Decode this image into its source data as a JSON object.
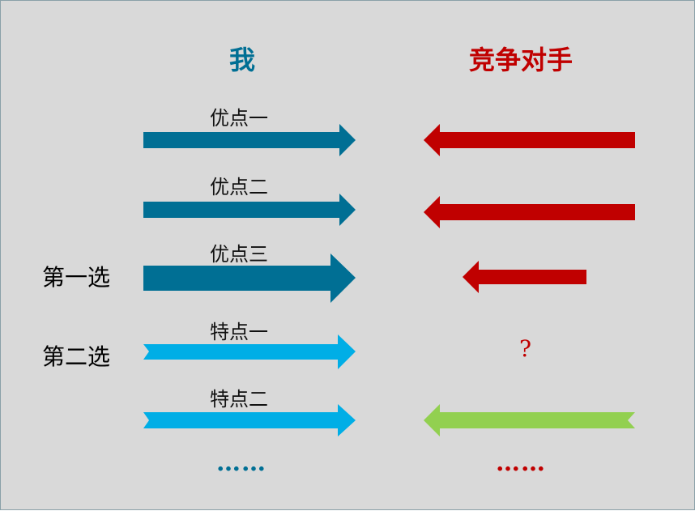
{
  "colors": {
    "background": "#d9d9d9",
    "me": "#006f94",
    "me_light": "#00aee6",
    "competitor": "#c00000",
    "competitor_alt": "#92d050"
  },
  "headers": {
    "me": "我",
    "competitor": "竞争对手"
  },
  "rows": [
    {
      "label": "优点一",
      "competitor_mark": "arrow"
    },
    {
      "label": "优点二",
      "competitor_mark": "arrow"
    },
    {
      "label": "优点三",
      "competitor_mark": "short-arrow"
    },
    {
      "label": "特点一",
      "competitor_mark": "?"
    },
    {
      "label": "特点二",
      "competitor_mark": "arrow"
    }
  ],
  "side_labels": {
    "first": "第一选",
    "second": "第二选"
  },
  "ellipsis": {
    "me": "……",
    "competitor": "……"
  }
}
